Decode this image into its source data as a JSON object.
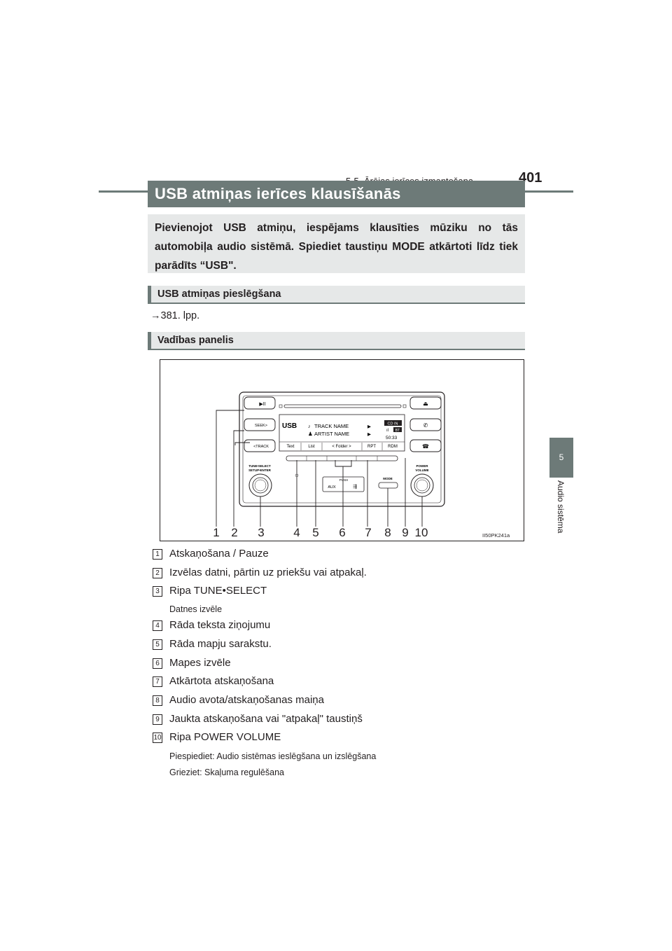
{
  "header": {
    "section": "5-5. Ārējas ierīces izmantošana",
    "page_number": "401"
  },
  "side_tab": {
    "number": "5",
    "label": "Audio sistēma"
  },
  "title": "USB atmiņas ierīces klausīšanās",
  "intro": "Pievienojot USB atmiņu, iespējams klausīties mūziku no tās automobiļa audio sistēmā. Spiediet taustiņu MODE atkārtoti līdz tiek parādīts “USB\".",
  "sections": {
    "connect": {
      "heading": "USB atmiņas pieslēgšana",
      "reference": "→381. lpp."
    },
    "panel": {
      "heading": "Vadības panelis"
    }
  },
  "figure": {
    "code": "II50PK241a",
    "display": {
      "source": "USB",
      "track": "TRACK NAME",
      "artist": "ARTIST NAME",
      "badge_cd": "CD IN",
      "badge_bt": "BT",
      "time": "50:33",
      "softkeys": [
        "Text",
        "List",
        "< Folder >",
        "RPT",
        "RDM"
      ]
    },
    "buttons": {
      "play_pause": "▶II",
      "seek": "SEEK>",
      "track": "<TRACK",
      "tune_select": "TUNE•SELECT",
      "setup_enter": "SETUP•ENTER",
      "power": "POWER",
      "volume": "VOLUME",
      "mode": "MODE",
      "push": "PUSH",
      "aux": "AUX"
    },
    "callouts": [
      "1",
      "2",
      "3",
      "4",
      "5",
      "6",
      "7",
      "8",
      "9",
      "10"
    ]
  },
  "items": [
    {
      "num": "1",
      "text": "Atskaņošana / Pauze"
    },
    {
      "num": "2",
      "text": "Izvēlas datni, pārtin uz priekšu vai atpakaļ."
    },
    {
      "num": "3",
      "text": "Ripa TUNE•SELECT",
      "sub": [
        "Datnes izvēle"
      ]
    },
    {
      "num": "4",
      "text": "Rāda teksta ziņojumu"
    },
    {
      "num": "5",
      "text": "Rāda mapju sarakstu."
    },
    {
      "num": "6",
      "text": "Mapes izvēle"
    },
    {
      "num": "7",
      "text": "Atkārtota atskaņošana"
    },
    {
      "num": "8",
      "text": "Audio avota/atskaņošanas maiņa"
    },
    {
      "num": "9",
      "text": "Jaukta atskaņošana vai \"atpakaļ\" taustiņš"
    },
    {
      "num": "10",
      "text": "Ripa POWER VOLUME",
      "sub": [
        "Piespiediet: Audio sistēmas ieslēgšana un izslēgšana",
        "Grieziet: Skaļuma regulēšana"
      ]
    }
  ]
}
